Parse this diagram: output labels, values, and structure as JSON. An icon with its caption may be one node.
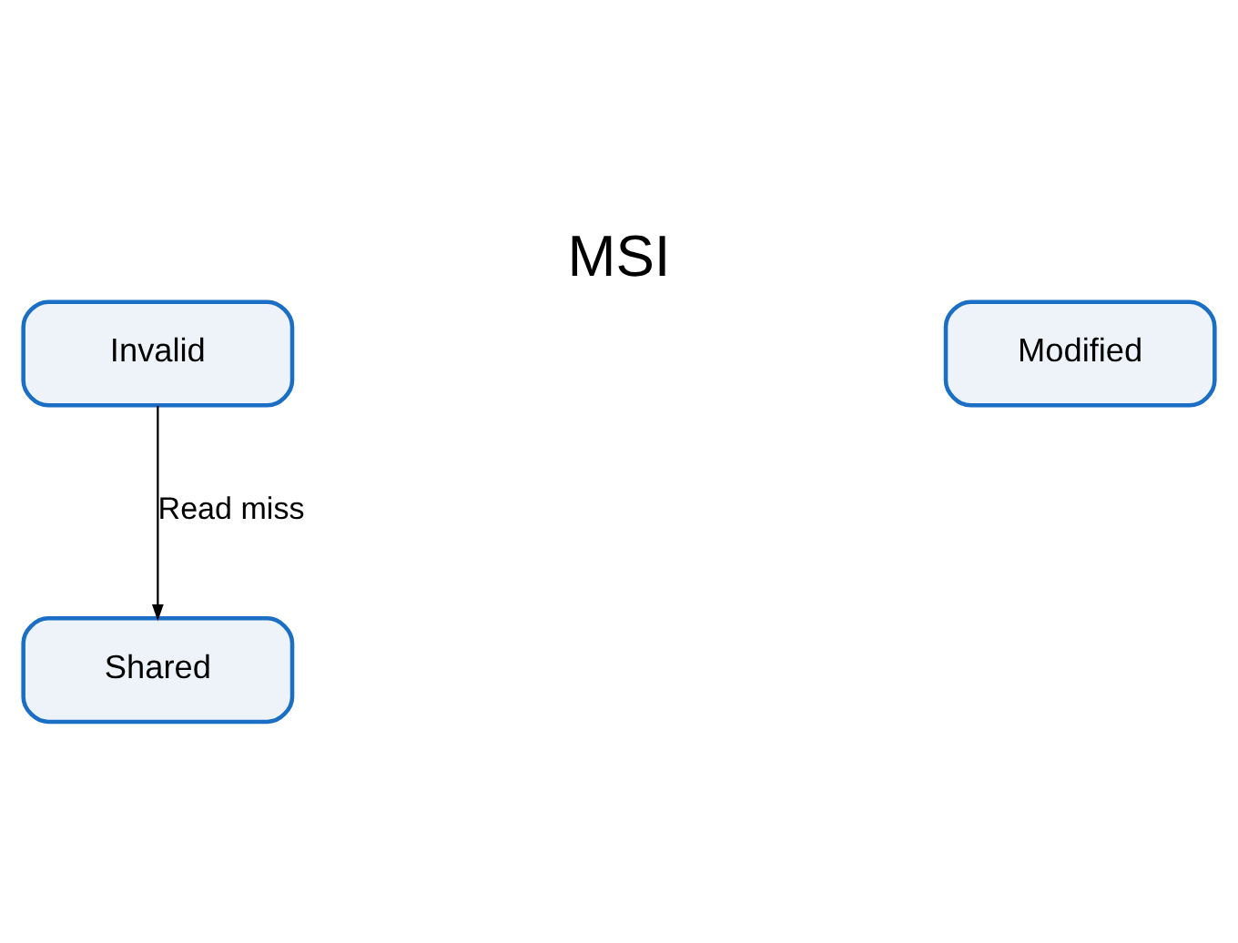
{
  "diagram": {
    "title": "MSI",
    "nodes": [
      {
        "text": [
          "Invalid"
        ]
      },
      {
        "text": [
          "Modified"
        ]
      },
      {
        "text": [
          "Shared"
        ]
      }
    ],
    "edges": [
      {
        "from": 0,
        "to": 2,
        "arrow": "to",
        "label": "Read miss"
      }
    ]
  }
}
